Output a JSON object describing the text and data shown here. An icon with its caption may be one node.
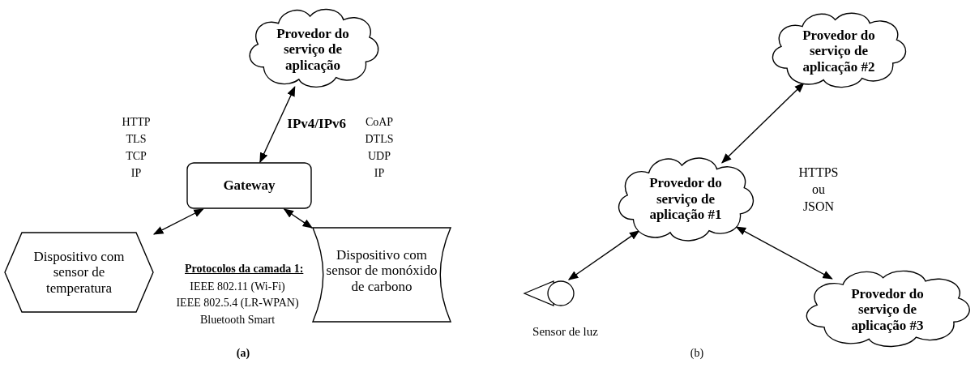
{
  "diagram": {
    "nodes": [
      {
        "text": [
          "Provedor do serviço de aplicação"
        ]
      },
      {
        "text": [
          "Gateway"
        ]
      },
      {
        "text": [
          "Dispositivo com sensor de temperatura"
        ]
      },
      {
        "text": [
          "Dispositivo com sensor de monóxido de carbono"
        ]
      },
      {
        "text": [
          "Provedor do serviço de aplicação #2"
        ]
      },
      {
        "text": [
          "Provedor do serviço de aplicação #1"
        ]
      },
      {
        "text": [
          "Sensor de luz"
        ]
      },
      {
        "text": [
          "Provedor do serviço de aplicação #3"
        ]
      }
    ],
    "edges": [
      {
        "from": 0,
        "to": 1,
        "arrow": "both",
        "label": "IPv4/IPv6"
      },
      {
        "from": 1,
        "to": 2,
        "arrow": "both"
      },
      {
        "from": 1,
        "to": 3,
        "arrow": "both"
      },
      {
        "from": 5,
        "to": 4,
        "arrow": "both"
      },
      {
        "from": 6,
        "to": 5,
        "arrow": "both"
      },
      {
        "from": 5,
        "to": 7,
        "arrow": "both"
      }
    ],
    "labels": [
      "HTTP",
      "TLS",
      "TCP",
      "IP",
      "CoAP",
      "DTLS",
      "UDP",
      "IP",
      "Protocolos da camada 1:",
      "IEEE 802.11 (Wi-Fi)",
      "IEEE 802.5.4 (LR-WPAN)",
      "Bluetooth Smart",
      "(a)",
      "HTTPS ou JSON",
      "(b)"
    ]
  }
}
